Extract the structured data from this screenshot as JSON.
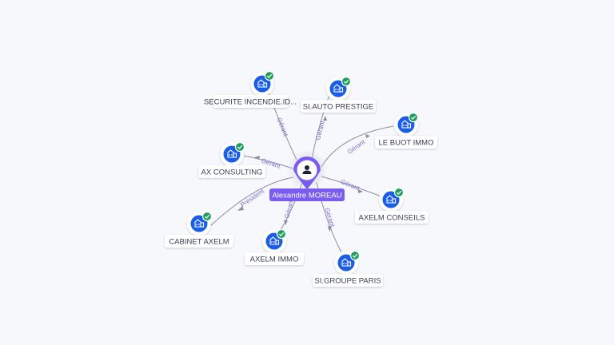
{
  "graph": {
    "center": {
      "label": "Alexandre MOREAU",
      "icon": "person-icon",
      "color": "#7b5cf0"
    },
    "companies": [
      {
        "id": "securite",
        "label": "SECURITE INCENDIE.ID...",
        "relation": "Gérant",
        "icon": "building-icon",
        "status": "verified"
      },
      {
        "id": "autoprestige",
        "label": "SI.AUTO PRESTIGE",
        "relation": "Gérant",
        "icon": "building-icon",
        "status": "verified"
      },
      {
        "id": "lebuot",
        "label": "LE BUOT IMMO",
        "relation": "Gérant",
        "icon": "building-icon",
        "status": "verified"
      },
      {
        "id": "axconsulting",
        "label": "AX CONSULTING",
        "relation": "Gérant",
        "icon": "building-icon",
        "status": "verified"
      },
      {
        "id": "axelmconseils",
        "label": "AXELM CONSEILS",
        "relation": "Gérant",
        "icon": "building-icon",
        "status": "verified"
      },
      {
        "id": "cabinet",
        "label": "CABINET AXELM",
        "relation": "Président",
        "icon": "building-icon",
        "status": "verified"
      },
      {
        "id": "axelmimmo",
        "label": "AXELM IMMO",
        "relation": "Gérant",
        "icon": "building-icon",
        "status": "verified"
      },
      {
        "id": "groupeparis",
        "label": "SI.GROUPE PARIS",
        "relation": "Gérant",
        "icon": "building-icon",
        "status": "verified"
      }
    ],
    "colors": {
      "node": "#1a5ee6",
      "check": "#1e9e5a",
      "edge_label": "#7a6fc8"
    }
  }
}
